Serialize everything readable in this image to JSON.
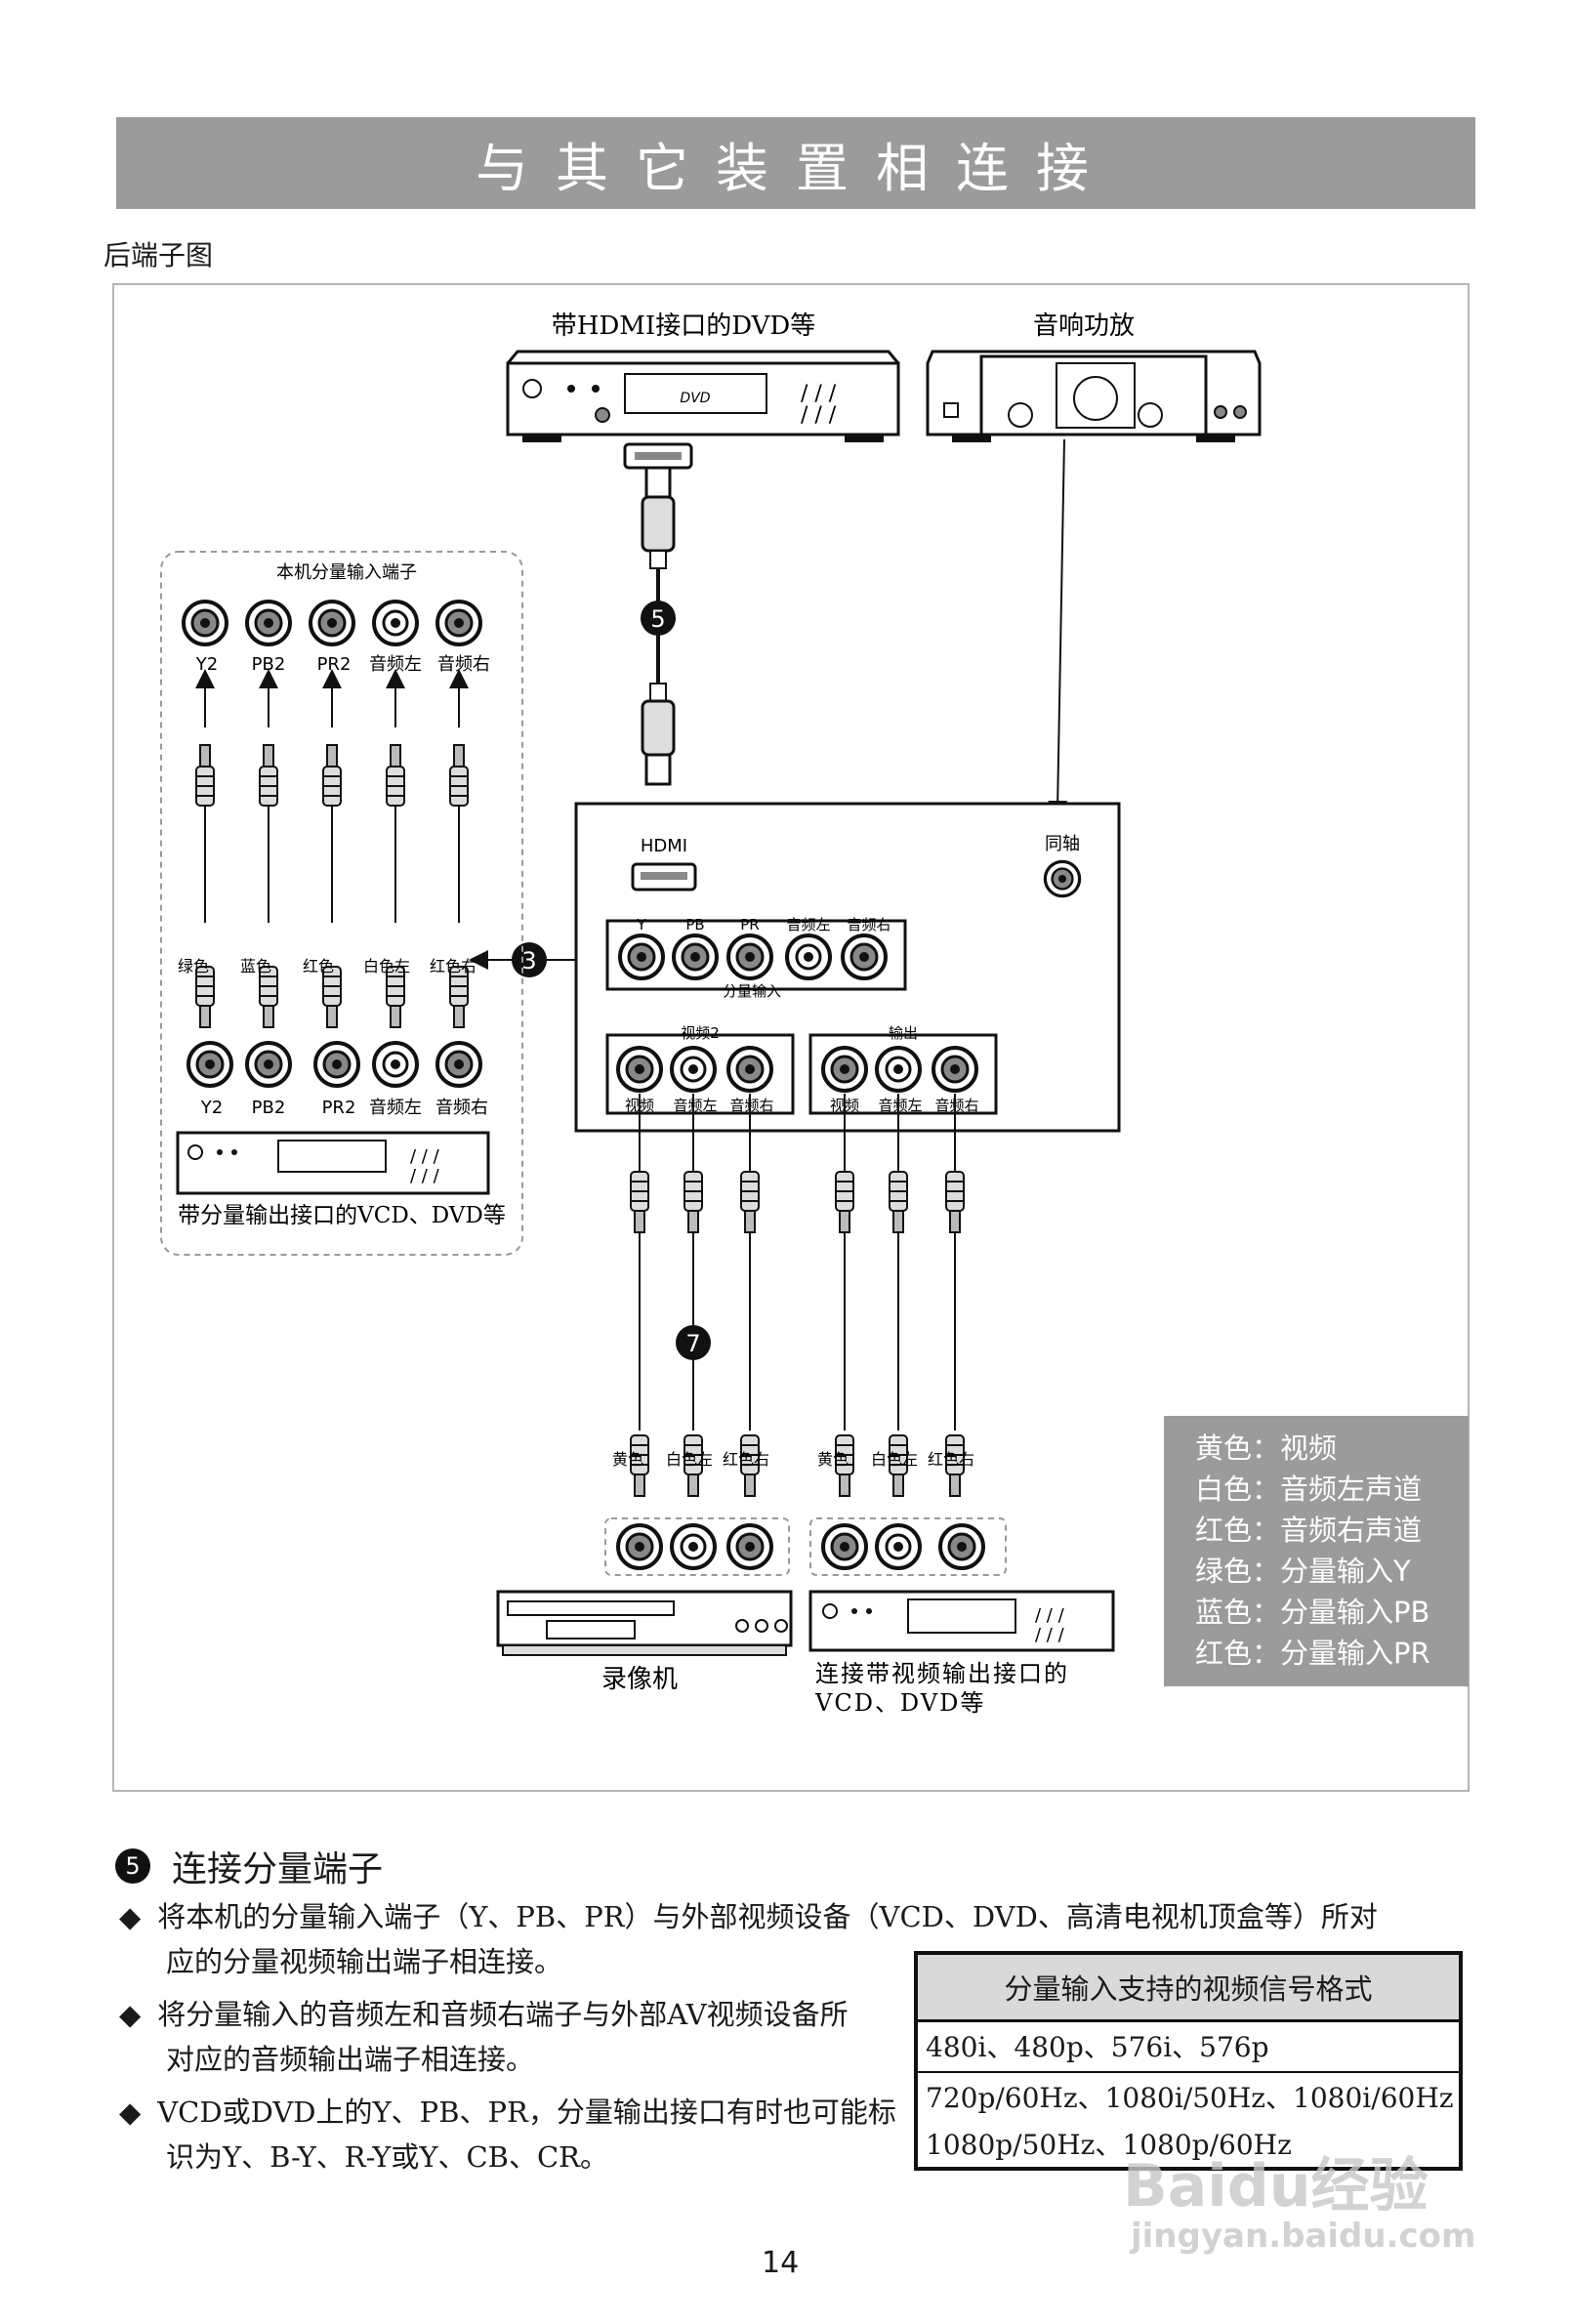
{
  "page_title": "与其它装置相连接",
  "subtitle": "后端子图",
  "diagram": {
    "top_dvd_label": "带HDMI接口的DVD等",
    "amp_label": "音响功放",
    "dvd_logo": "DVD",
    "callouts": {
      "hdmi": "5",
      "component": "3",
      "av": "7"
    },
    "tv_panel": {
      "hdmi_label": "HDMI",
      "coax_label": "同轴",
      "component_ports": [
        "Y",
        "PB",
        "PR",
        "音频左",
        "音频右"
      ],
      "component_title": "分量输入",
      "video2_title": "视频2",
      "output_title": "输出",
      "av_ports": [
        "视频",
        "音频左",
        "音频右"
      ]
    },
    "left_group": {
      "title": "本机分量输入端子",
      "ports": [
        "Y2",
        "PB2",
        "PR2",
        "音频左",
        "音频右"
      ],
      "cable_colors": [
        "绿色",
        "蓝色",
        "红色",
        "白色左",
        "红色右"
      ],
      "device_label": "带分量输出接口的VCD、DVD等"
    },
    "bottom_cable_colors": [
      "黄色",
      "白色左",
      "红色右"
    ],
    "vcr_label": "录像机",
    "vcd_label_line1": "连接带视频输出接口的",
    "vcd_label_line2": "VCD、DVD等"
  },
  "legend": [
    "黄色：视频",
    "白色：音频左声道",
    "红色：音频右声道",
    "绿色：分量输入Y",
    "蓝色：分量输入PB",
    "红色：分量输入PR"
  ],
  "section": {
    "number": "5",
    "heading": "连接分量端子",
    "bullets": [
      {
        "line1": "将本机的分量输入端子（Y、PB、PR）与外部视频设备（VCD、DVD、高清电视机顶盒等）所对",
        "line2": "应的分量视频输出端子相连接。"
      },
      {
        "line1": "将分量输入的音频左和音频右端子与外部AV视频设备所",
        "line2": "对应的音频输出端子相连接。"
      },
      {
        "line1": "VCD或DVD上的Y、PB、PR，分量输出接口有时也可能标",
        "line2": "识为Y、B-Y、R-Y或Y、CB、CR。"
      }
    ]
  },
  "format_table": {
    "header": "分量输入支持的视频信号格式",
    "rows": [
      "480i、480p、576i、576p",
      "720p/60Hz、1080i/50Hz、1080i/60Hz",
      "1080p/50Hz、1080p/60Hz"
    ]
  },
  "page_number": "14",
  "watermark": "Baidu经验",
  "watermark_url": "jingyan.baidu.com"
}
